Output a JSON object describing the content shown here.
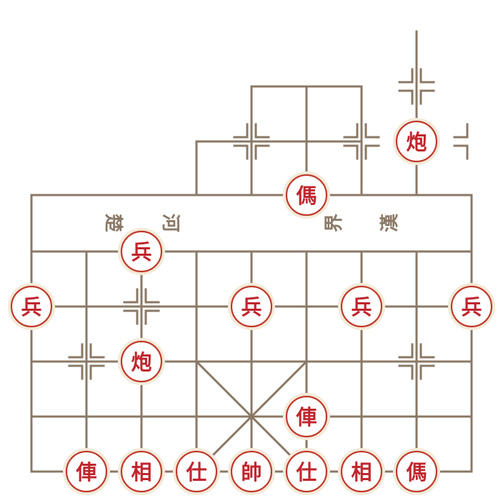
{
  "river": {
    "left_chars": [
      "楚",
      "河"
    ],
    "right_chars": [
      "界",
      "漢"
    ]
  },
  "colors": {
    "grid": "#8a7866",
    "piece_red": "#c0262e",
    "piece_bg": "#ffffff",
    "piece_rim": "#f3ead8"
  },
  "pieces": [
    {
      "label": "炮",
      "col": 7,
      "row": 2
    },
    {
      "label": "傌",
      "col": 5,
      "row": 3
    },
    {
      "label": "兵",
      "col": 2,
      "row": 4
    },
    {
      "label": "兵",
      "col": 0,
      "row": 5
    },
    {
      "label": "兵",
      "col": 4,
      "row": 5
    },
    {
      "label": "兵",
      "col": 6,
      "row": 5
    },
    {
      "label": "兵",
      "col": 8,
      "row": 5
    },
    {
      "label": "炮",
      "col": 2,
      "row": 6
    },
    {
      "label": "俥",
      "col": 5,
      "row": 7
    },
    {
      "label": "俥",
      "col": 1,
      "row": 8
    },
    {
      "label": "相",
      "col": 2,
      "row": 8
    },
    {
      "label": "仕",
      "col": 3,
      "row": 8
    },
    {
      "label": "帥",
      "col": 4,
      "row": 8
    },
    {
      "label": "仕",
      "col": 5,
      "row": 8
    },
    {
      "label": "相",
      "col": 6,
      "row": 8
    },
    {
      "label": "傌",
      "col": 7,
      "row": 8
    }
  ]
}
